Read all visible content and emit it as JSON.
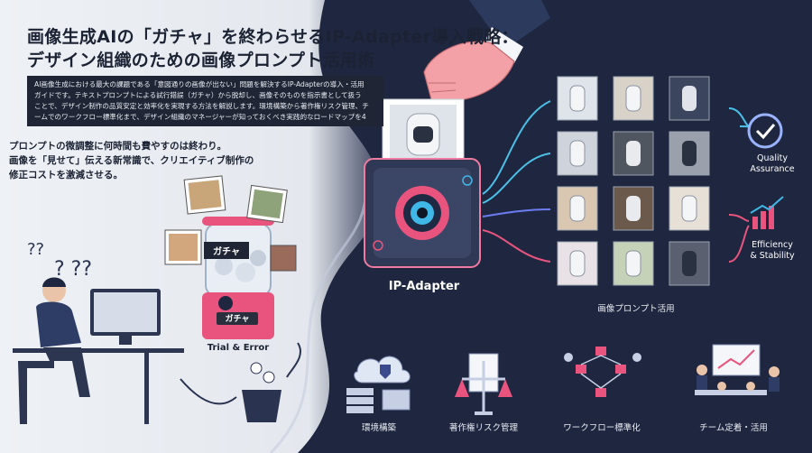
{
  "title": {
    "line1": "画像生成AIの「ガチャ」を終わらせるIP-Adapter導入戦略：",
    "line2": "デザイン組織のための画像プロンプト活用術"
  },
  "description": [
    "AI画像生成における最大の課題である「意図通りの画像が出ない」問題を解決するIP-Adapterの導入・活用",
    "ガイドです。テキストプロンプトによる試行錯誤（ガチャ）から脱却し、画像そのものを指示書として扱う",
    "ことで、デザイン制作の品質安定と効率化を実現する方法を解説します。環境構築から著作権リスク管理、チ",
    "ームでのワークフロー標準化まで、デザイン組織のマネージャーが知っておくべき実践的なロードマップを4"
  ],
  "lead": [
    "プロンプトの微調整に何時間も費やすのは終わり。",
    "画像を「見せて」伝える新常識で、クリエイティブ制作の",
    "修正コストを激減させる。"
  ],
  "gacha": {
    "label_top": "ガチャ",
    "label_machine": "ガチャ",
    "caption": "Trial & Error"
  },
  "ip_adapter": {
    "label": "IP-Adapter"
  },
  "outputs": {
    "caption": "画像プロンプト活用",
    "quality_line1": "Quality",
    "quality_line2": "Assurance",
    "efficiency_line1": "Efficiency",
    "efficiency_line2": "& Stability"
  },
  "steps": [
    {
      "label": "環境構築",
      "icon": "cloud-server-icon"
    },
    {
      "label": "著作権リスク管理",
      "icon": "scales-document-icon"
    },
    {
      "label": "ワークフロー標準化",
      "icon": "workflow-icon"
    },
    {
      "label": "チーム定着・活用",
      "icon": "team-meeting-icon"
    }
  ],
  "colors": {
    "navy": "#1f2740",
    "pink": "#e8547e",
    "cyan": "#3fb8e8",
    "light_bg": "#eef1f5"
  }
}
